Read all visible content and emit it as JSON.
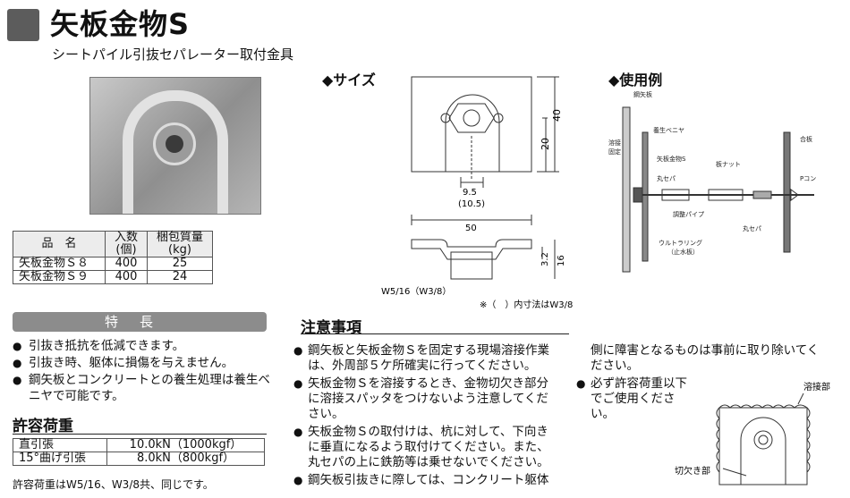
{
  "header": {
    "title": "矢板金物S",
    "subtitle": "シートパイル引抜セパレーター取付金具"
  },
  "spec_table": {
    "headers": [
      "品　名",
      "入数\n(個)",
      "梱包質量\n(kg)"
    ],
    "h1": "品　名",
    "h2a": "入数",
    "h2b": "(個)",
    "h3a": "梱包質量",
    "h3b": "(kg)",
    "rows": [
      {
        "name": "矢板金物Ｓ８",
        "qty": "400",
        "mass": "25"
      },
      {
        "name": "矢板金物Ｓ９",
        "qty": "400",
        "mass": "24"
      }
    ]
  },
  "features": {
    "heading": "特長",
    "items": [
      "引抜き抵抗を低減できます。",
      "引抜き時、躯体に損傷を与えません。",
      "鋼矢板とコンクリートとの養生処理は養生ベニヤで可能です。"
    ]
  },
  "load": {
    "heading": "許容荷重",
    "rows": [
      {
        "label": "直引張",
        "value": "10.0kN（1000kgf）"
      },
      {
        "label": "15°曲げ引張",
        "value": "8.0kN（800kgf）"
      }
    ],
    "note": "許容荷重はW5/16、W3/8共、同じです。"
  },
  "size": {
    "heading": "◆サイズ",
    "dim_40": "40",
    "dim_20": "20",
    "dim_95": "9.5",
    "dim_105": "(10.5)",
    "dim_50": "50",
    "dim_32": "3.2",
    "dim_16": "16",
    "thread": "W5/16（W3/8）",
    "note": "※（　）内寸法はW3/8"
  },
  "usage": {
    "heading": "◆使用例",
    "labels": {
      "sheet_pile": "鋼矢板",
      "curing_veneer": "養生ベニヤ",
      "welding": "溶接",
      "fixed": "固定",
      "fitting": "矢板金物S",
      "round_sepa": "丸セパ",
      "form_nut": "板ナット",
      "adjust_pipe": "調整パイプ",
      "plywood": "合板",
      "p_cone": "Pコン",
      "round_sepa2": "丸セパ",
      "ultra_ring": "ウルトラリング",
      "water_stop": "（止水板）"
    }
  },
  "caution": {
    "heading": "注意事項",
    "col1": [
      "鋼矢板と矢板金物Ｓを固定する現場溶接作業は、外周部５ケ所確実に行ってください。",
      "矢板金物Ｓを溶接するとき、金物切欠き部分に溶接スパッタをつけないよう注意してください。",
      "矢板金物Ｓの取付けは、杭に対して、下向きに垂直になるよう取付けてください。また、丸セパの上に鉄筋等は乗せないでください。",
      "鋼矢板引抜きに際しては、コンクリート躯体"
    ],
    "col2_cont": "側に障害となるものは事前に取り除いてください。",
    "col2": [
      "必ず許容荷重以下でご使用ください。"
    ],
    "weld_label": "溶接部",
    "notch_label": "切欠き部"
  }
}
